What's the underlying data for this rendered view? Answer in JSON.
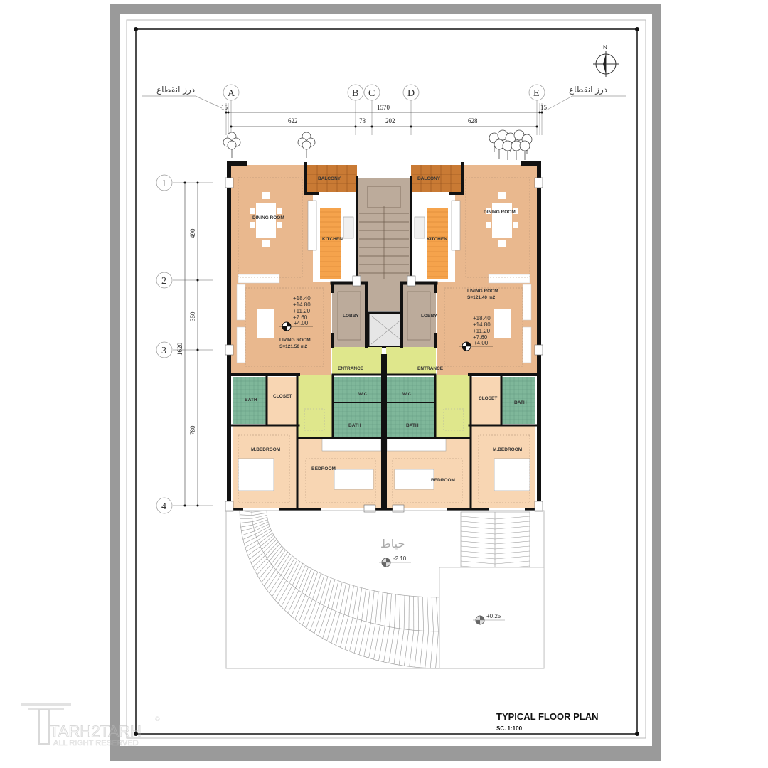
{
  "drawing": {
    "title": "TYPICAL FLOOR PLAN",
    "scale": "SC. 1:100",
    "north": "N",
    "expansion_joint": "درز انقطاع",
    "yard": "حیاط",
    "watermark": {
      "brand": "TARH2TARH",
      "rights": "ALL RIGHT RESERVED",
      "copyright": "©"
    }
  },
  "grid": {
    "columns": [
      "A",
      "B",
      "C",
      "D",
      "E"
    ],
    "rows": [
      "1",
      "2",
      "3",
      "4"
    ]
  },
  "dimensions": {
    "top_total": "1570",
    "top_edge_left": "15",
    "top_edge_right": "15",
    "top_segments": [
      "622",
      "78",
      "202",
      "628"
    ],
    "left_total": "1620",
    "left_segments": [
      "490",
      "350",
      "780"
    ]
  },
  "rooms": {
    "balcony": "BALCONY",
    "dining": "DINING ROOM",
    "kitchen": "KITCHEN",
    "living": "LIVING ROOM",
    "living_area_left": "S=121.50 m2",
    "living_area_right": "S=121.40 m2",
    "lobby": "LOBBY",
    "entrance": "ENTRANCE",
    "wc": "W.C",
    "bath": "BATH",
    "closet": "CLOSET",
    "master_bedroom": "M.BEDROOM",
    "bedroom": "BEDROOM"
  },
  "levels": {
    "floors": [
      "+18.40",
      "+14.80",
      "+11.20",
      "+7.60",
      "+4.00"
    ],
    "yard": "-2.10",
    "platform": "+0.25"
  },
  "colors": {
    "living": "#e9b88e",
    "balcony": "#c97a34",
    "kitchen_floor": "#f5a34c",
    "stair": "#bcab9b",
    "entrance": "#dfe78c",
    "wet": "#7fb79a",
    "bedroom": "#f8d6b3",
    "frame": "#9a9a9a"
  }
}
